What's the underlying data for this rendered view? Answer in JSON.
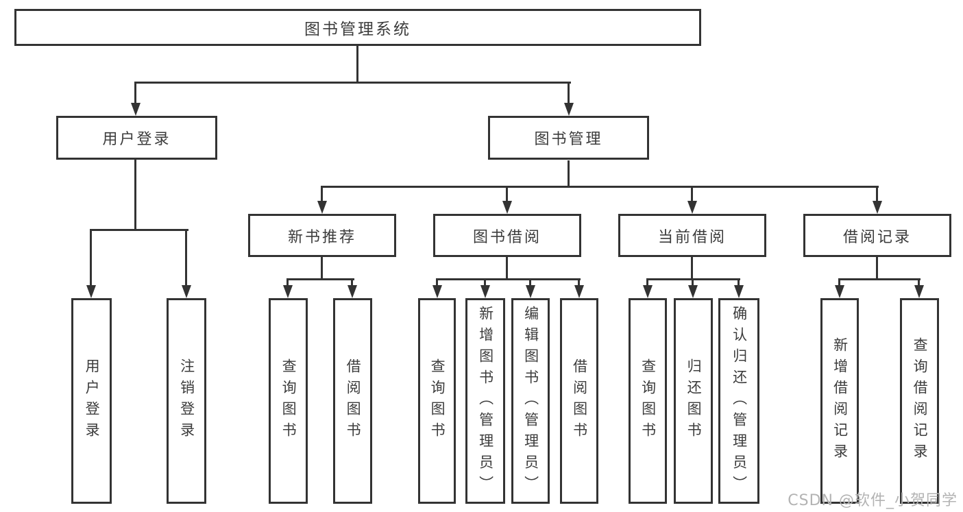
{
  "diagram": {
    "root": {
      "label": "图书管理系统"
    },
    "level2": [
      {
        "label": "用户登录"
      },
      {
        "label": "图书管理"
      }
    ],
    "level3": [
      {
        "label": "新书推荐"
      },
      {
        "label": "图书借阅"
      },
      {
        "label": "当前借阅"
      },
      {
        "label": "借阅记录"
      }
    ],
    "leaves": {
      "user_login": [
        "用户登录",
        "注销登录"
      ],
      "new_book_recommend": [
        "查询图书",
        "借阅图书"
      ],
      "book_borrow": [
        "查询图书",
        "新增图书（管理员）",
        "编辑图书（管理员）",
        "借阅图书"
      ],
      "current_borrow": [
        "查询图书",
        "归还图书",
        "确认归还（管理员）"
      ],
      "borrow_record": [
        "新增借阅记录",
        "查询借阅记录"
      ]
    },
    "watermark": "CSDN @软件_小贺同学",
    "colors": {
      "line": "#333333",
      "text": "#3c3c3c",
      "watermark": "#b3b3b3",
      "background": "#ffffff"
    }
  }
}
